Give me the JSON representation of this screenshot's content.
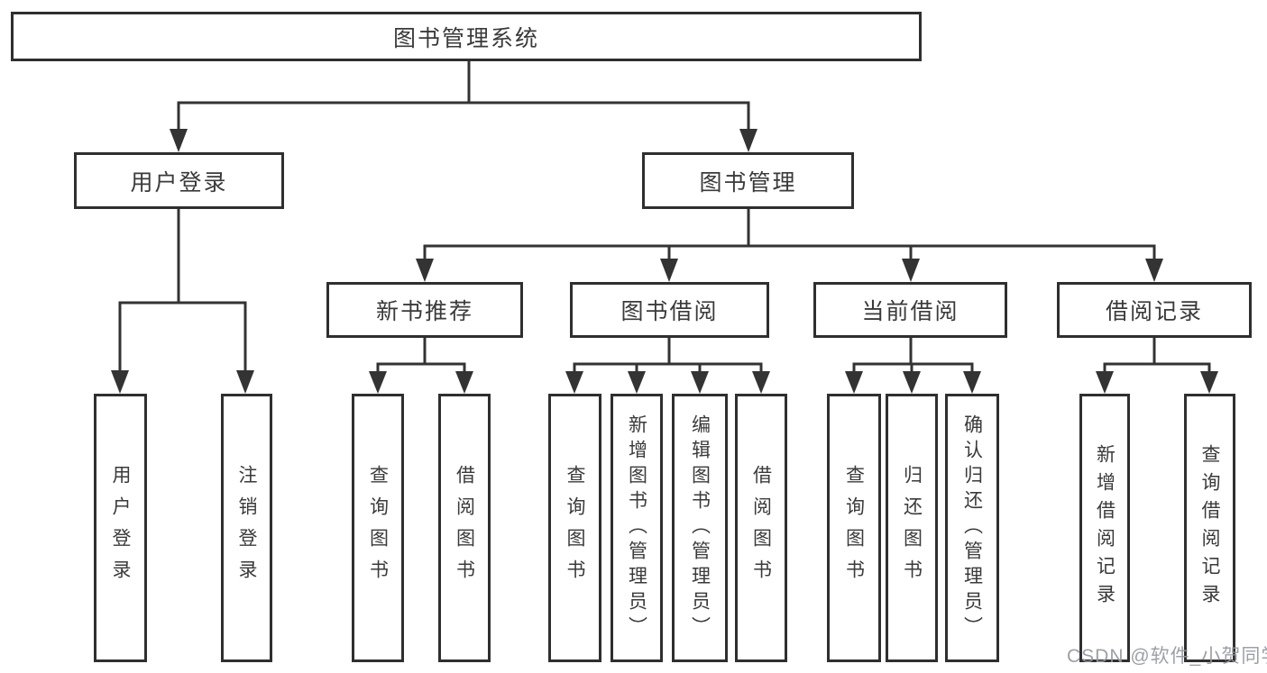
{
  "diagram": {
    "root": {
      "label": "图书管理系统"
    },
    "branches": [
      {
        "label": "用户登录",
        "children": [
          {
            "label": "用户登录"
          },
          {
            "label": "注销登录"
          }
        ]
      },
      {
        "label": "图书管理",
        "children": [
          {
            "label": "新书推荐",
            "children": [
              {
                "label": "查询图书"
              },
              {
                "label": "借阅图书"
              }
            ]
          },
          {
            "label": "图书借阅",
            "children": [
              {
                "label": "查询图书"
              },
              {
                "label": "新增图书（管理员）"
              },
              {
                "label": "编辑图书（管理员）"
              },
              {
                "label": "借阅图书"
              }
            ]
          },
          {
            "label": "当前借阅",
            "children": [
              {
                "label": "查询图书"
              },
              {
                "label": "归还图书"
              },
              {
                "label": "确认归还（管理员）"
              }
            ]
          },
          {
            "label": "借阅记录",
            "children": [
              {
                "label": "新增借阅记录"
              },
              {
                "label": "查询借阅记录"
              }
            ]
          }
        ]
      }
    ]
  },
  "watermark": "CSDN @软件_小贺同学",
  "colors": {
    "line": "#333333",
    "box_border": "#2f2f2f",
    "text": "#3a3a3a",
    "watermark": "#94989e",
    "background": "#ffffff"
  }
}
